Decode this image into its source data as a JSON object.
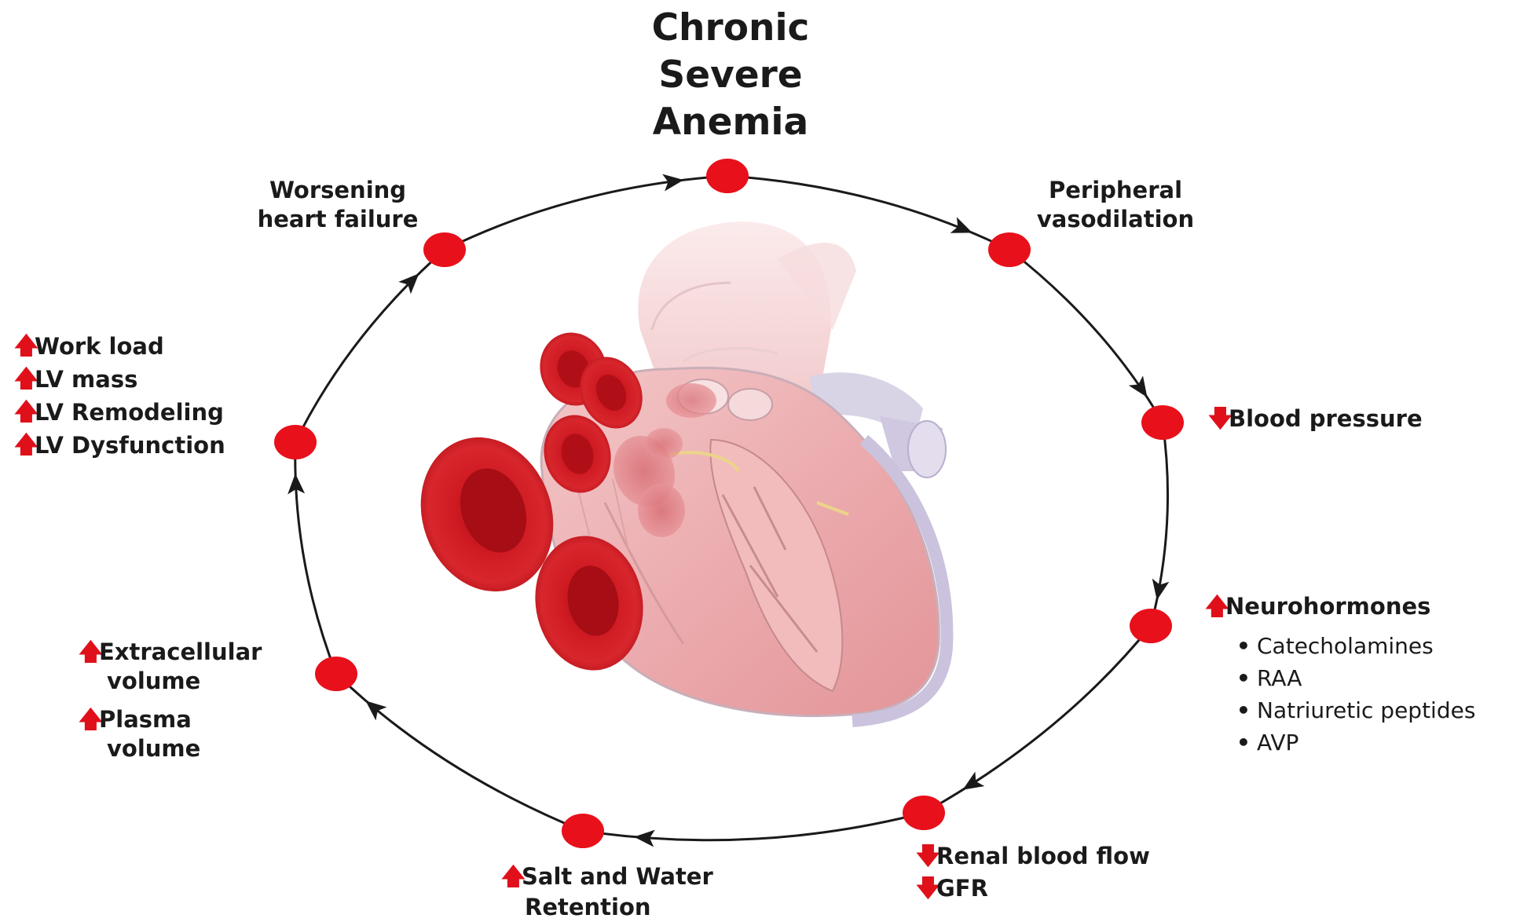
{
  "title": [
    "Chronic",
    "Severe",
    "Anemia"
  ],
  "colors": {
    "node": "#e8101a",
    "arrow": "#1a1a1a",
    "up_marker": "#e0101a",
    "down_marker": "#e0101a"
  },
  "nodes": [
    {
      "id": "top",
      "lines": []
    },
    {
      "id": "peripheral",
      "lines": [
        "Peripheral",
        "vasodilation"
      ]
    },
    {
      "id": "bp",
      "lines": [
        {
          "dir": "down",
          "text": "Blood pressure"
        }
      ]
    },
    {
      "id": "neuro",
      "lines": [
        {
          "dir": "up",
          "text": "Neurohormones"
        }
      ],
      "sub_items": [
        "Catecholamines",
        "RAA",
        "Natriuretic peptides",
        "AVP"
      ]
    },
    {
      "id": "renal",
      "lines": [
        {
          "dir": "down",
          "text": "Renal blood flow"
        },
        {
          "dir": "down",
          "text": "GFR"
        }
      ]
    },
    {
      "id": "salt",
      "lines": [
        {
          "dir": "up",
          "text": "Salt and Water"
        },
        {
          "dir": "",
          "text": "Retention"
        }
      ]
    },
    {
      "id": "volume",
      "groups": [
        {
          "dir": "up",
          "lines": [
            "Extracellular",
            "volume"
          ]
        },
        {
          "dir": "up",
          "lines": [
            "Plasma",
            "volume"
          ]
        }
      ]
    },
    {
      "id": "lv",
      "lines": [
        {
          "dir": "up",
          "text": "Work load"
        },
        {
          "dir": "up",
          "text": "LV mass"
        },
        {
          "dir": "up",
          "text": "LV Remodeling"
        },
        {
          "dir": "up",
          "text": "LV Dysfunction"
        }
      ]
    },
    {
      "id": "hf",
      "lines": [
        "Worsening",
        "heart failure"
      ]
    }
  ]
}
